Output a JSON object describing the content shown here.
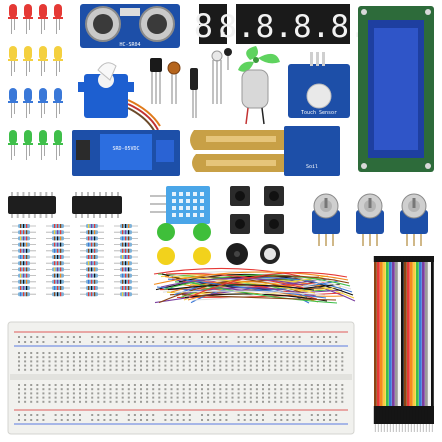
{
  "seven_segment_single": "8.",
  "seven_segment_quad": "8.8.8.8.",
  "ultrasonic_label": "HC-SR04",
  "sound_module_label": "Touch Sensor",
  "relay_label": "SRD-05VDC",
  "soil_label": "Soil",
  "colors": {
    "led_red": "#e53935",
    "led_yellow": "#f4d03f",
    "led_blue": "#3a78d8",
    "led_green": "#3fbf4a",
    "pcb_blue": "#1d4fa8",
    "lcd_green": "#2d6b3a",
    "lcd_screen": "#2f55c8",
    "breadboard": "#f1f1ee",
    "gold_probe": "#c8a046"
  }
}
